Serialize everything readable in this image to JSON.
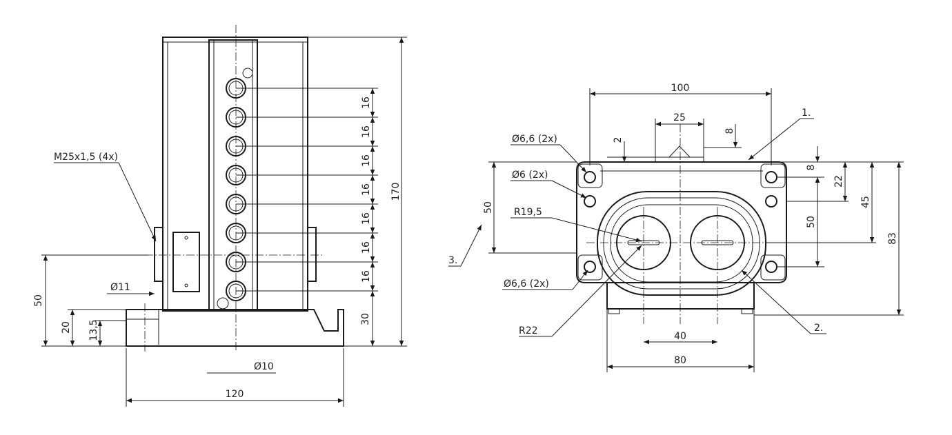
{
  "front_view": {
    "thread_note": "M25x1,5 (4x)",
    "diam_small": "Ø11",
    "diam_bottom": "Ø10",
    "dims": {
      "d50": "50",
      "d20": "20",
      "d13_5": "13,5",
      "d120": "120",
      "d170": "170",
      "d30": "30",
      "pitch": [
        "16",
        "16",
        "16",
        "16",
        "16",
        "16",
        "16"
      ]
    }
  },
  "top_view": {
    "d100": "100",
    "d25": "25",
    "d8_top": "8",
    "d2": "2",
    "hole_note_1": "Ø6,6 (2x)",
    "hole_note_2": "Ø6 (2x)",
    "hole_note_3": "Ø6,6 (2x)",
    "r19_5": "R19,5",
    "r22": "R22",
    "d50_left": "50",
    "d8_right": "8",
    "d22": "22",
    "d45": "45",
    "d50_right": "50",
    "d83": "83",
    "d40": "40",
    "d80": "80",
    "item1": "1.",
    "item2": "2.",
    "item3": "3."
  }
}
